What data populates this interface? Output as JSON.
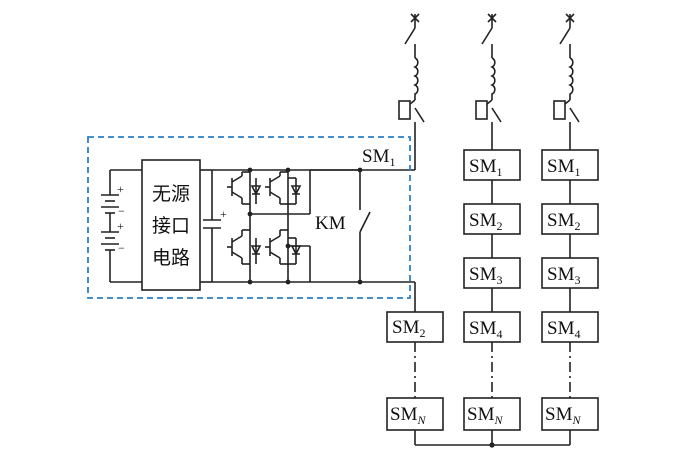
{
  "labels": {
    "interface_line1": "无源",
    "interface_line2": "接口",
    "interface_line3": "电路",
    "km": "KM",
    "sm_prefix": "SM",
    "plus": "+",
    "minus": "−"
  },
  "columns": [
    {
      "modules": [
        "1",
        "2",
        "N"
      ]
    },
    {
      "modules": [
        "1",
        "2",
        "3",
        "4",
        "N"
      ]
    },
    {
      "modules": [
        "1",
        "2",
        "3",
        "4",
        "N"
      ]
    }
  ]
}
